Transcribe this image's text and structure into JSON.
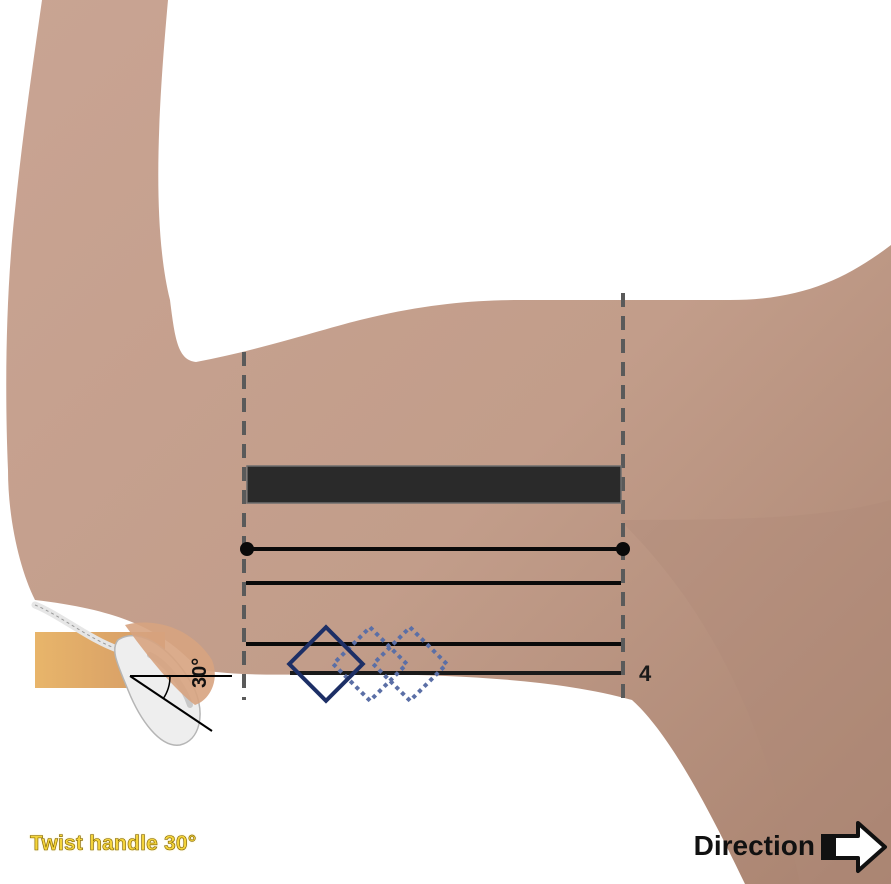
{
  "diagram": {
    "step_number": "4",
    "angle_label": "30°",
    "caption": "Twist handle 30°",
    "direction_label": "Direction"
  },
  "colors": {
    "skin": "#c4a08f",
    "skin_shadow": "#a77f6e",
    "bar_dark": "#2a2a2a",
    "line": "#0a0a0a",
    "highlight": "#f2d21b",
    "probe_solid": "#1d2f66",
    "probe_dotted": "#5b6fa6",
    "caption_yellow": "#f4d43a"
  }
}
